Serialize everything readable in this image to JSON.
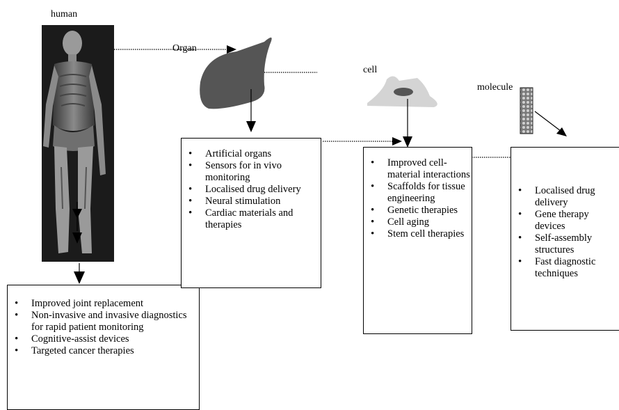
{
  "levels": {
    "human": {
      "label": "human",
      "items": [
        "Improved joint replacement",
        "Non-invasive and invasive diagnostics for rapid patient monitoring",
        "Cognitive-assist devices",
        "Targeted cancer therapies"
      ]
    },
    "organ": {
      "label": "Organ",
      "items": [
        "Artificial organs",
        "Sensors for in vivo monitoring",
        "Localised drug delivery",
        "Neural stimulation",
        "Cardiac materials and therapies"
      ]
    },
    "cell": {
      "label": "cell",
      "items": [
        "Improved cell-material interactions",
        "Scaffolds for tissue engineering",
        "Genetic therapies",
        "Cell aging",
        "Stem cell therapies"
      ]
    },
    "molecule": {
      "label": "molecule",
      "items": [
        "Localised drug delivery",
        "Gene therapy devices",
        "Self-assembly structures",
        "Fast diagnostic techniques"
      ]
    }
  },
  "colors": {
    "organ_fill": "#555555",
    "cell_fill": "#d4d4d4",
    "nucleus_fill": "#555555",
    "molecule_fill": "#6a6a6a"
  },
  "icons": [
    "human-body-figure",
    "organ-blob",
    "cell-shape",
    "molecule-strand"
  ]
}
